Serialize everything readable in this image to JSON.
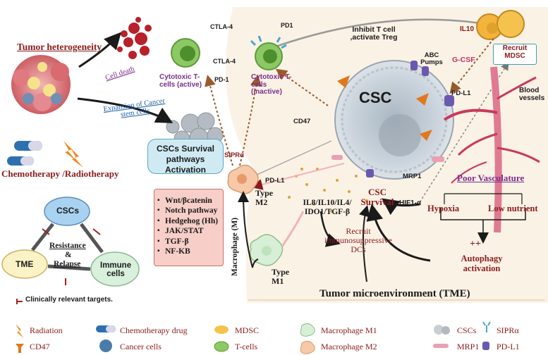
{
  "colors": {
    "maroon": "#8b1a1a",
    "purple": "#7a2d8c",
    "blue": "#1f5fa8",
    "tme_bg": "#fbf2e6",
    "survival_box": "#cfeaf3",
    "pathways_box": "#f7cfc8",
    "csc_cell": "#c9d3dc"
  },
  "left": {
    "tumor_heterogeneity": "Tumor heterogeneity",
    "cell_death": "Cell death",
    "expansion": "Expansion of Cancer stem cells",
    "therapy": "Chemotherapy /Radiotherapy"
  },
  "cycle": {
    "cscs": "CSCs",
    "tme": "TME",
    "immune": "Immune cells",
    "resistance": "Resistance",
    "amp": "&",
    "relapse": "Relapse",
    "note": "Clinically relevant targets."
  },
  "survival": {
    "title": "CSCs Survival pathways Activation",
    "pathways": [
      "Wnt/βcatenin",
      "Notch pathway",
      "Hedgehog (Hh)",
      "JAK/STAT",
      "TGF-β",
      "NF-KB"
    ]
  },
  "top": {
    "ctla4_top": "CTLA-4",
    "pd1_top": "PD1",
    "inhibit": "Inhibit T cell ,activate Treg",
    "il10": "IL10",
    "recruit_mdsc": "Recruit MDSC",
    "g_csf": "G-CSF",
    "ctla4_mid": "CTLA-4",
    "pd1_mid": "PD-1",
    "tcell_active": "Cytotoxic T-cells (active)",
    "tcell_inactive": "Cytotoxic T-cells (inactive)"
  },
  "center": {
    "csc": "CSC",
    "abc": "ABC Pumps",
    "pdl1_right": "PD-L1",
    "cd47": "CD47",
    "siprα": "SIPRα",
    "pdl1_mac": "PD-L1",
    "mrp1": "MRP1",
    "type_m2": "Type M2",
    "type_m1": "Type M1",
    "macrophage": "Macrophage (M)",
    "cytokines": "IL8/IL10/IL4/ IDO1/TGF-β",
    "recruit_dcs": "Recruit immunosuppressive DCs",
    "csc_survival": "CSC Survival",
    "hif": "HIF1-α",
    "blood_vessels": "Blood vessels",
    "poor_vasculature": "Poor Vasculature",
    "hypoxia": "Hypoxia",
    "low_nutrient": "Low nutrient",
    "autophagy": "Autophagy activation",
    "tme_title": "Tumor microenvironment (TME)"
  },
  "legend": [
    {
      "label": "Radiation",
      "icon": "radiation-icon"
    },
    {
      "label": "Chemotherapy drug",
      "icon": "chemo-drug-icon"
    },
    {
      "label": "MDSC",
      "icon": "mdsc-icon"
    },
    {
      "label": "Macrophage M1",
      "icon": "macrophage-m1-icon"
    },
    {
      "label": "CSCs",
      "icon": "cscs-icon"
    },
    {
      "label": "SIPRα",
      "icon": "siprα-icon"
    },
    {
      "label": "CD47",
      "icon": "cd47-icon"
    },
    {
      "label": "Cancer cells",
      "icon": "cancer-cells-icon"
    },
    {
      "label": "T-cells",
      "icon": "t-cells-icon"
    },
    {
      "label": "Macrophage M2",
      "icon": "macrophage-m2-icon"
    },
    {
      "label": "MRP1",
      "icon": "mrp1-icon"
    },
    {
      "label": "PD-L1",
      "icon": "pd-l1-icon"
    }
  ]
}
